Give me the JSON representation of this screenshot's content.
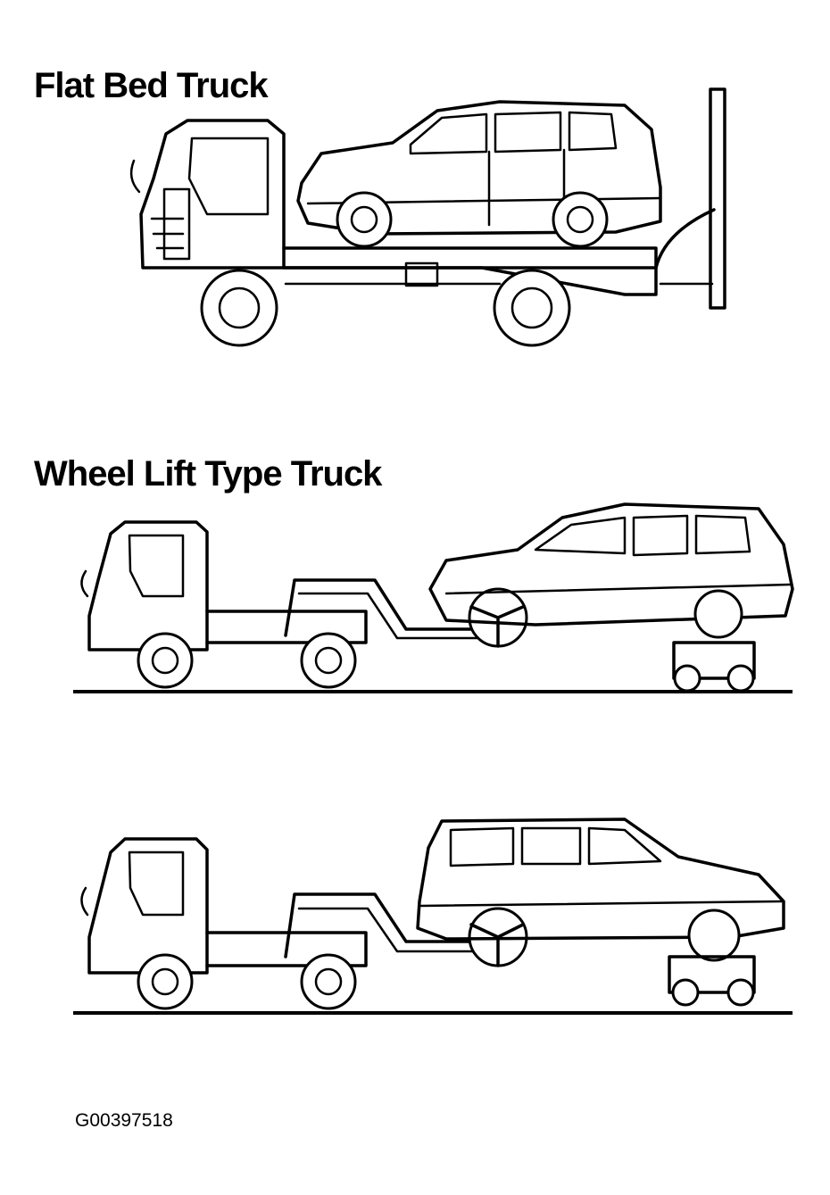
{
  "headings": {
    "flat_bed": "Flat Bed Truck",
    "wheel_lift": "Wheel Lift Type Truck"
  },
  "figure_code": "G00397518",
  "colors": {
    "line": "#000000",
    "background": "#ffffff"
  }
}
